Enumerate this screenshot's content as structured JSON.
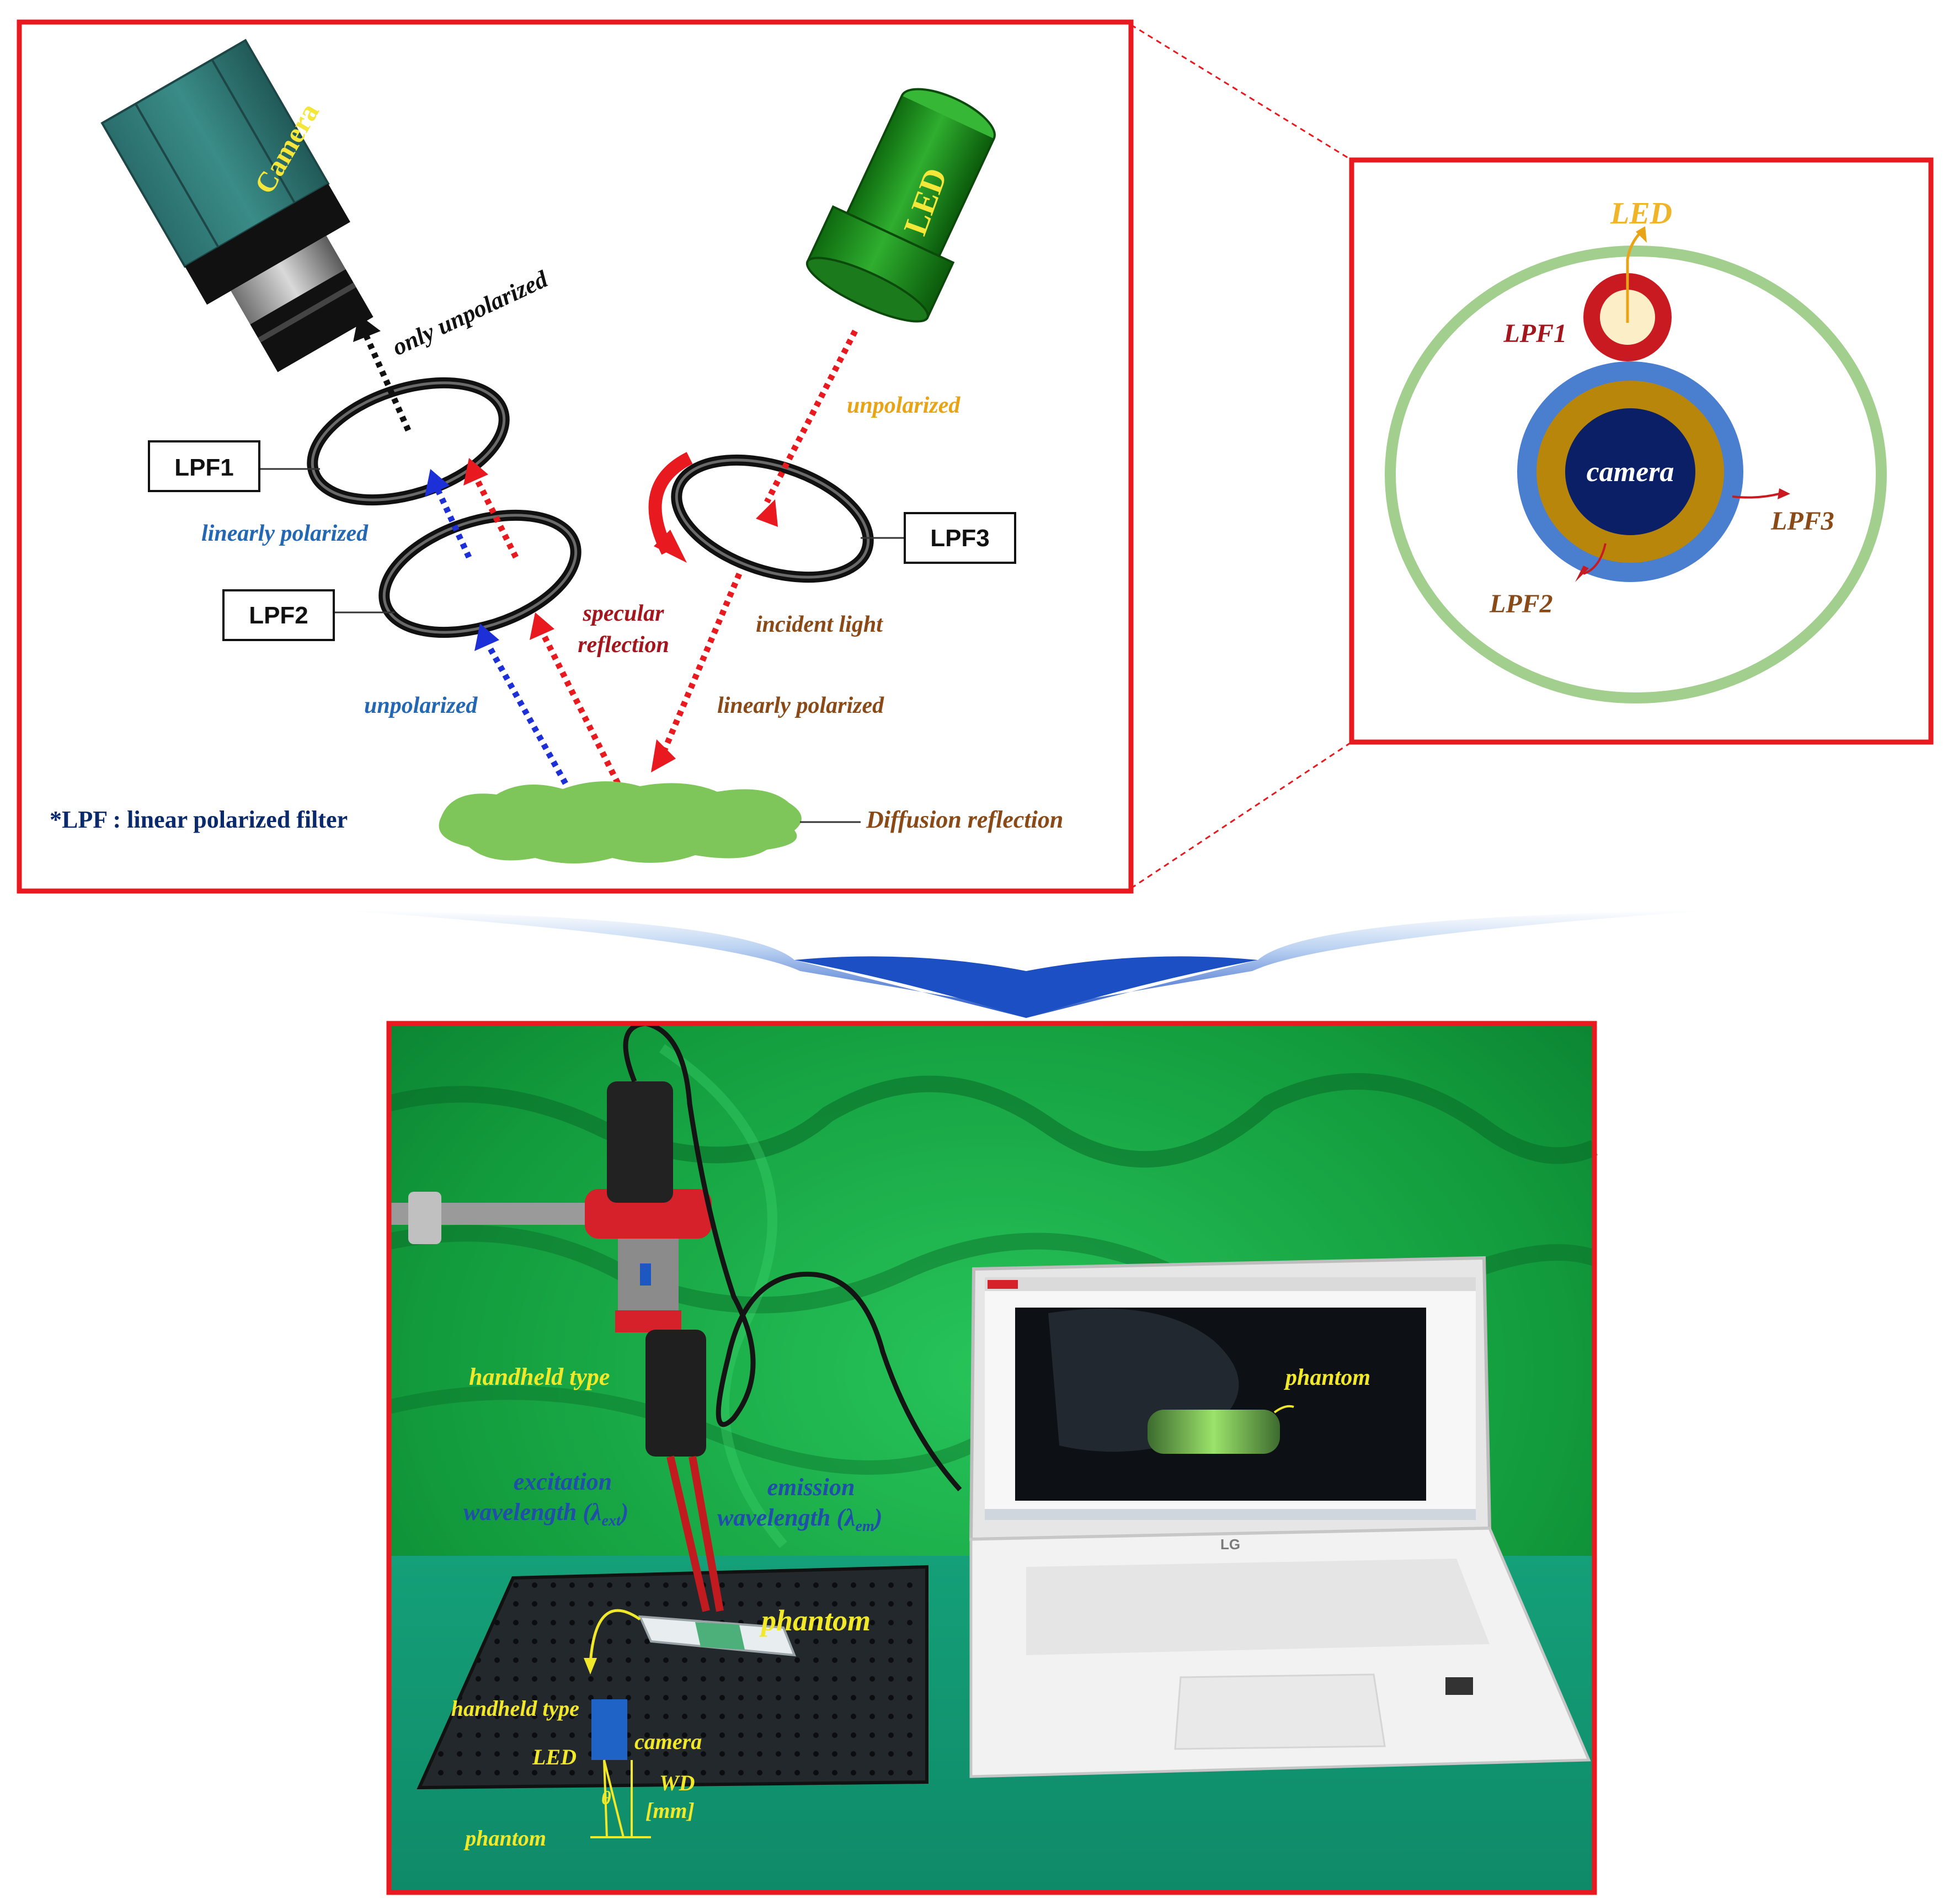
{
  "schematic": {
    "camera_label": "Camera",
    "led_label": "LED",
    "lpf1_box": "LPF1",
    "lpf2_box": "LPF2",
    "lpf3_box": "LPF3",
    "only_unpolarized": "only unpolarized",
    "linearly_polarized_left": "linearly polarized",
    "unpolarized_top": "unpolarized",
    "specular_line1": "specular",
    "specular_line2": "reflection",
    "incident_light": "incident light",
    "unpolarized_bottom": "unpolarized",
    "linearly_polarized_right": "linearly polarized",
    "diffusion_reflection": "Diffusion reflection",
    "footnote": "*LPF : linear polarized filter"
  },
  "crosssection": {
    "led": "LED",
    "lpf1": "LPF1",
    "camera": "camera",
    "lpf3": "LPF3",
    "lpf2": "LPF2"
  },
  "photo": {
    "handheld_type": "handheld type",
    "excitation_line1": "excitation",
    "excitation_line2": "wavelength (λ",
    "excitation_sub": "ext",
    "excitation_close": ")",
    "emission_line1": "emission",
    "emission_line2": "wavelength (λ",
    "emission_sub": "em",
    "emission_close": ")",
    "phantom_main": "phantom",
    "phantom_screen": "phantom",
    "inset_handheld_type": "handheld type",
    "inset_led": "LED",
    "inset_camera": "camera",
    "inset_wd_line1": "WD",
    "inset_wd_line2": "[mm]",
    "inset_theta": "θ",
    "inset_phantom": "phantom",
    "laptop_brand": "LG"
  },
  "colors": {
    "frame_red": "#e8191f",
    "camera_teal": "#2f7e7a",
    "led_green": "#1f8f1f",
    "label_yellow": "#f5e63a",
    "label_blue": "#2467b3",
    "label_brown": "#8a4a17",
    "label_orange": "#e8a317",
    "label_darkred": "#a3161d",
    "navy": "#0a2a6b",
    "photo_yellow": "#f2e82a"
  }
}
